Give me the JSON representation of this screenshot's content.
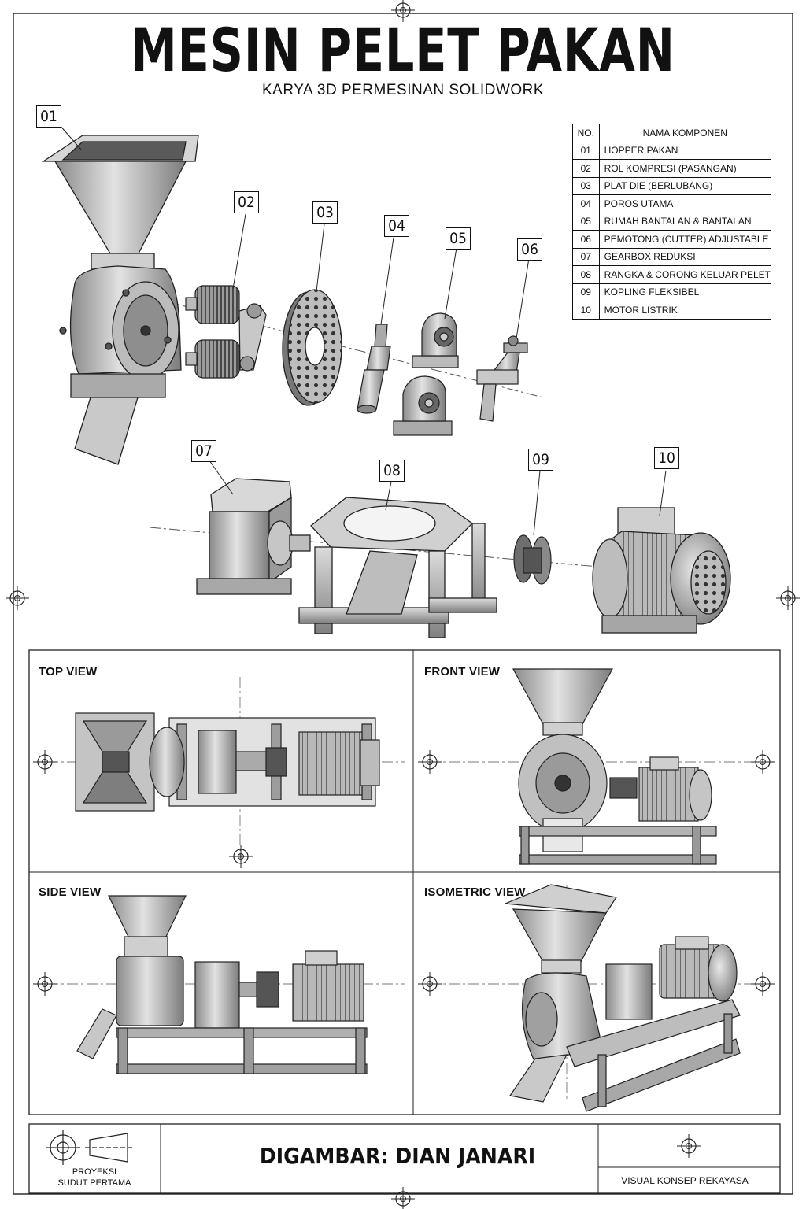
{
  "title": "MESIN PELET PAKAN",
  "subtitle": "KARYA 3D PERMESINAN SOLIDWORK",
  "callouts": [
    "01",
    "02",
    "03",
    "04",
    "05",
    "06",
    "07",
    "08",
    "09",
    "10"
  ],
  "parts_table": {
    "headers": [
      "NO.",
      "NAMA KOMPONEN"
    ],
    "rows": [
      [
        "01",
        "HOPPER PAKAN"
      ],
      [
        "02",
        "ROL KOMPRESI (PASANGAN)"
      ],
      [
        "03",
        "PLAT DIE (BERLUBANG)"
      ],
      [
        "04",
        "POROS UTAMA"
      ],
      [
        "05",
        "RUMAH BANTALAN & BANTALAN"
      ],
      [
        "06",
        "PEMOTONG (CUTTER) ADJUSTABLE"
      ],
      [
        "07",
        "GEARBOX REDUKSI"
      ],
      [
        "08",
        "RANGKA & CORONG KELUAR PELET"
      ],
      [
        "09",
        "KOPLING FLEKSIBEL"
      ],
      [
        "10",
        "MOTOR LISTRIK"
      ]
    ]
  },
  "views": {
    "top": "TOP VIEW",
    "front": "FRONT VIEW",
    "side": "SIDE VIEW",
    "isometric": "ISOMETRIC VIEW"
  },
  "title_block": {
    "projection_line1": "PROYEKSI",
    "projection_line2": "SUDUT PERTAMA",
    "author": "DIGAMBAR: DIAN JANARI",
    "company": "VISUAL KONSEP REKAYASA"
  }
}
